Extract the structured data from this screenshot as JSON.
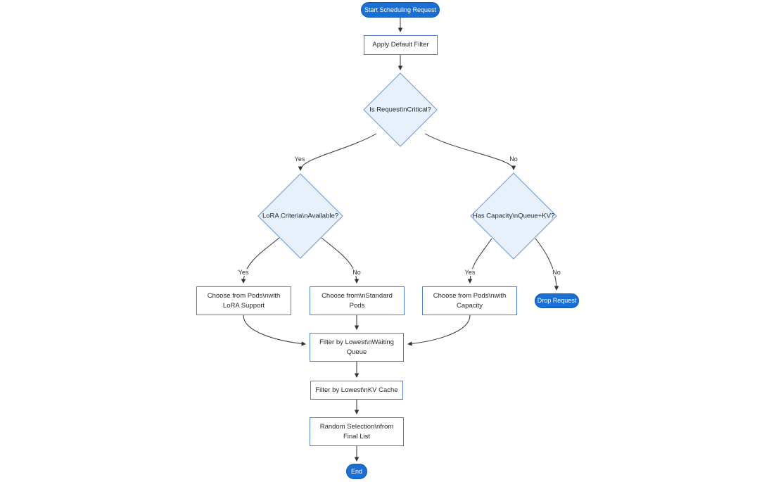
{
  "diagram": {
    "colors": {
      "accent_fill": "#1a6fd4",
      "process_border": "#4f81cf",
      "decision_fill": "#e7f0fb",
      "decision_border": "#6b97d6",
      "edge": "#333333"
    },
    "nodes": {
      "start": {
        "label": "Start Scheduling Request"
      },
      "apply_filter": {
        "label": "Apply Default Filter"
      },
      "is_critical": {
        "label": "Is Request\\nCritical?"
      },
      "lora_criteria": {
        "label": "LoRA Criteria\\nAvailable?"
      },
      "has_capacity": {
        "label": "Has Capacity\\nQueue+KV?"
      },
      "choose_lora": {
        "lines": [
          "Choose from Pods\\nwith",
          "LoRA Support"
        ]
      },
      "choose_standard": {
        "lines": [
          "Choose from\\nStandard",
          "Pods"
        ]
      },
      "choose_capacity": {
        "lines": [
          "Choose from Pods\\nwith",
          "Capacity"
        ]
      },
      "drop_request": {
        "label": "Drop Request"
      },
      "filter_queue": {
        "lines": [
          "Filter by Lowest\\nWaiting",
          "Queue"
        ]
      },
      "filter_kv": {
        "lines": [
          "Filter by Lowest\\nKV Cache"
        ]
      },
      "random_selection": {
        "lines": [
          "Random Selection\\nfrom",
          "Final List"
        ]
      },
      "end": {
        "label": "End"
      }
    },
    "edge_labels": {
      "critical_yes": "Yes",
      "critical_no": "No",
      "lora_yes": "Yes",
      "lora_no": "No",
      "capacity_yes": "Yes",
      "capacity_no": "No"
    }
  }
}
